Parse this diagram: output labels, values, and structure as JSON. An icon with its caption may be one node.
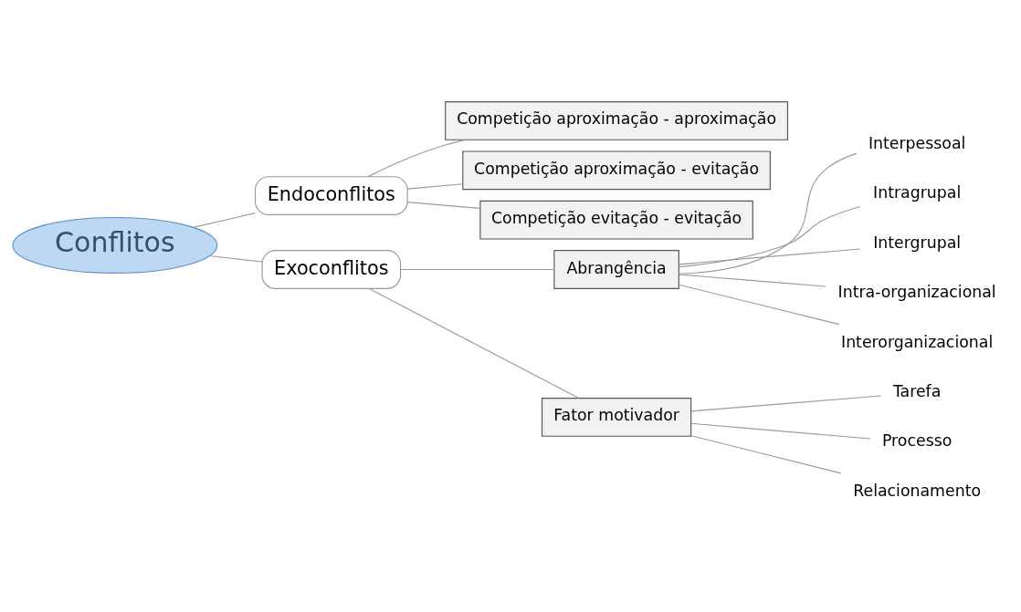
{
  "diagram": {
    "nodes": [
      {
        "text": [
          "Conflitos"
        ]
      },
      {
        "text": [
          "Endoconflitos"
        ]
      },
      {
        "text": [
          "Competição aproximação - aproximação"
        ]
      },
      {
        "text": [
          "Competição aproximação - evitação"
        ]
      },
      {
        "text": [
          "Competição evitação - evitação"
        ]
      },
      {
        "text": [
          "Exoconflitos"
        ]
      },
      {
        "text": [
          "Abrangência"
        ]
      },
      {
        "text": [
          "Interpessoal"
        ]
      },
      {
        "text": [
          "Intragrupal"
        ]
      },
      {
        "text": [
          "Intergrupal"
        ]
      },
      {
        "text": [
          "Intra-organizacional"
        ]
      },
      {
        "text": [
          "Interorganizacional"
        ]
      },
      {
        "text": [
          "Fator motivador"
        ]
      },
      {
        "text": [
          "Tarefa"
        ]
      },
      {
        "text": [
          "Processo"
        ]
      },
      {
        "text": [
          "Relacionamento"
        ]
      }
    ],
    "edges": [
      {
        "from": 0,
        "to": 1,
        "arrow": "none"
      },
      {
        "from": 1,
        "to": 2,
        "arrow": "none"
      },
      {
        "from": 1,
        "to": 3,
        "arrow": "none"
      },
      {
        "from": 1,
        "to": 4,
        "arrow": "none"
      },
      {
        "from": 0,
        "to": 5,
        "arrow": "none"
      },
      {
        "from": 5,
        "to": 6,
        "arrow": "none"
      },
      {
        "from": 5,
        "to": 12,
        "arrow": "none"
      },
      {
        "from": 6,
        "to": 7,
        "arrow": "none"
      },
      {
        "from": 6,
        "to": 8,
        "arrow": "none"
      },
      {
        "from": 6,
        "to": 9,
        "arrow": "none"
      },
      {
        "from": 6,
        "to": 10,
        "arrow": "none"
      },
      {
        "from": 6,
        "to": 11,
        "arrow": "none"
      },
      {
        "from": 12,
        "to": 13,
        "arrow": "none"
      },
      {
        "from": 12,
        "to": 14,
        "arrow": "none"
      },
      {
        "from": 12,
        "to": 15,
        "arrow": "none"
      }
    ]
  }
}
